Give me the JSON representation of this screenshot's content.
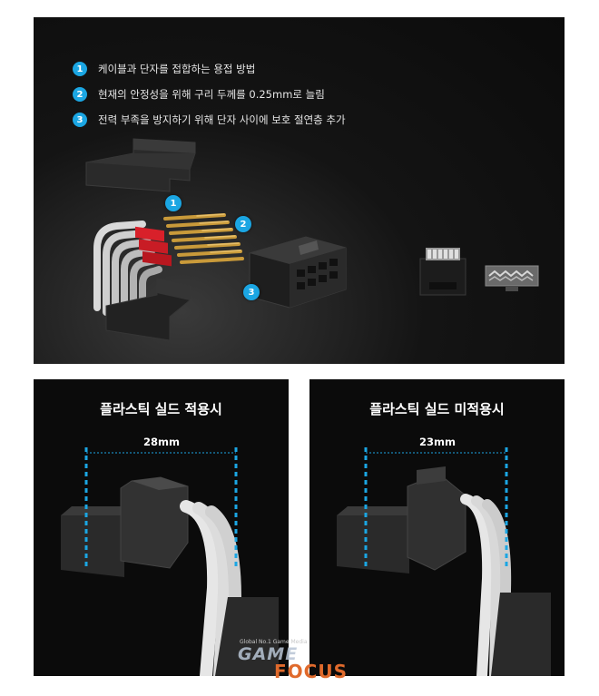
{
  "top": {
    "notes": [
      {
        "num": "1",
        "text": "케이블과 단자를 접합하는 용접 방법"
      },
      {
        "num": "2",
        "text": "현재의 안정성을 위해 구리 두께를 0.25mm로 늘림"
      },
      {
        "num": "3",
        "text": "전력 부족을 방지하기 위해 단자 사이에 보호 절연층 추가"
      }
    ],
    "callouts": [
      "1",
      "2",
      "3"
    ]
  },
  "left_compare": {
    "title": "플라스틱 실드 적용시",
    "dimension": "28mm"
  },
  "right_compare": {
    "title": "플라스틱 실드 미적용시",
    "dimension": "23mm"
  },
  "watermark": {
    "tagline": "Global No.1 Game Media",
    "word1": "GAME",
    "word2": "FOCUS"
  },
  "colors": {
    "accent": "#1ba6e3",
    "background": "#0b0b0b",
    "brand_orange": "#e06a2c"
  }
}
